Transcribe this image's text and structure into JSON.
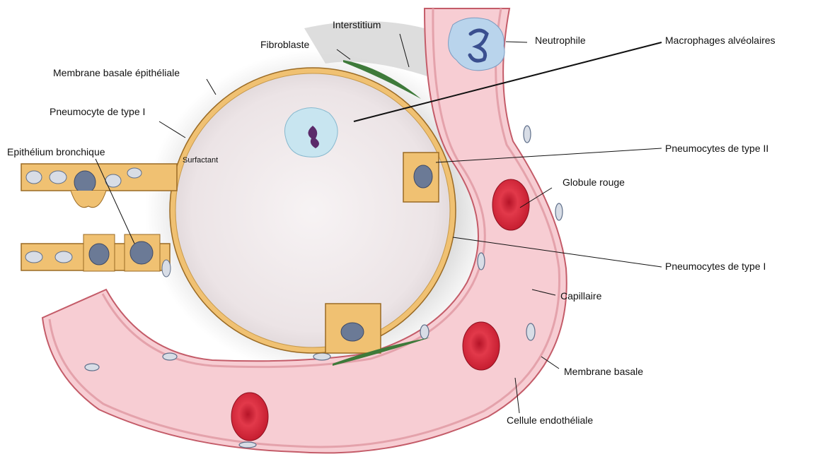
{
  "labels": {
    "interstitium": "Interstitium",
    "fibroblaste": "Fibroblaste",
    "membrane_basale_epitheliale": "Membrane basale épithéliale",
    "pneumocyte_type_i_left": "Pneumocyte de type I",
    "surfactant": "Surfactant",
    "epithelium_bronchique": "Epithélium bronchique",
    "neutrophile": "Neutrophile",
    "macrophages_alveolaires": "Macrophages alvéolaires",
    "pneumocytes_type_ii": "Pneumocytes de type II",
    "globule_rouge": "Globule rouge",
    "pneumocytes_type_i_right": "Pneumocytes de type I",
    "capillaire": "Capillaire",
    "membrane_basale": "Membrane basale",
    "cellule_endotheliale": "Cellule endothéliale"
  },
  "colors": {
    "capillary_fill": "#f6c9cf",
    "capillary_wall": "#c9636f",
    "alveolus_fill": "#efe9ea",
    "interstitium_gray": "#b9b9b9",
    "epithelium_cell": "#eec27a",
    "epithelium_outline": "#b07a2a",
    "nucleus": "#5f6f8a",
    "red_blood_cell": "#d8293a",
    "fibroblast": "#3e7a3a",
    "macrophage": "#c6e3ef",
    "neutrophil": "#b8d3ec"
  }
}
